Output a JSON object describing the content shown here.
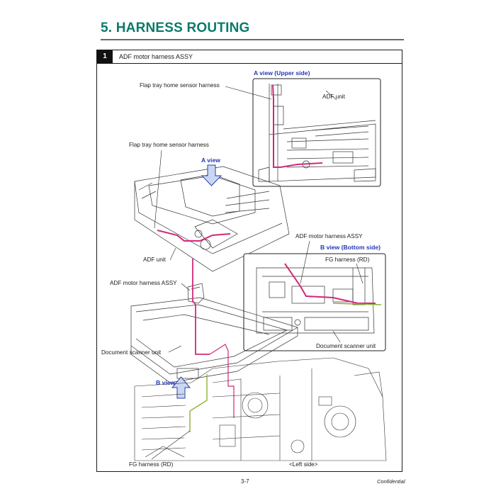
{
  "section": {
    "title": "5.  HARNESS ROUTING"
  },
  "step": {
    "number": "1",
    "title": "ADF motor harness ASSY"
  },
  "labels": {
    "a_view_upper": "A view (Upper side)",
    "flap_sensor_top": "Flap tray home sensor harness",
    "adf_unit_top": "ADF unit",
    "flap_sensor_main": "Flap tray home sensor harness",
    "a_view": "A view",
    "adf_motor_right": "ADF motor harness ASSY",
    "b_view_bottom": "B view (Bottom side)",
    "fg_harness_top": "FG harness (RD)",
    "adf_unit_main": "ADF unit",
    "adf_motor_left": "ADF motor harness ASSY",
    "doc_scanner_left": "Document scanner unit",
    "doc_scanner_right": "Document scanner unit",
    "b_view": "B view",
    "fg_harness_bottom": "FG harness (RD)",
    "left_side": "<Left side>"
  },
  "footer": {
    "page": "3-7",
    "confidential": "Confidential"
  },
  "colors": {
    "title": "#0a7a6a",
    "view_label": "#2438b5",
    "harness": "#d2287a",
    "fg_harness": "#8fb03a",
    "arrow_fill": "#c9d7f2",
    "arrow_stroke": "#2a3fa8"
  }
}
